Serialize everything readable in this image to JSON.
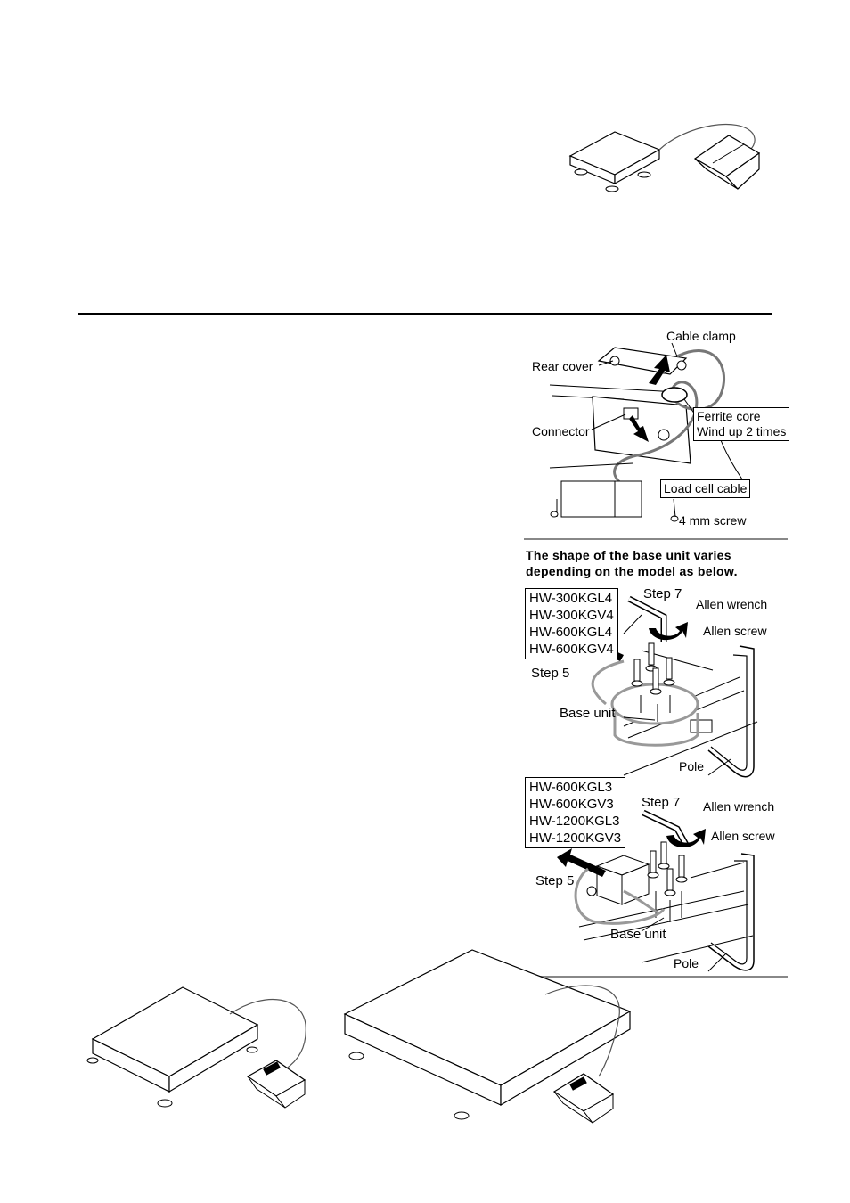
{
  "connection_figure": {
    "labels": {
      "cable_clamp": "Cable clamp",
      "rear_cover": "Rear cover",
      "connector": "Connector",
      "ferrite_core_line1": "Ferrite core",
      "ferrite_core_line2": "Wind up 2 times",
      "load_cell_cable": "Load cell cable",
      "screw": "4 mm screw"
    }
  },
  "base_unit_note": {
    "line1": "The shape of the base unit varies",
    "line2": "depending on the model as below."
  },
  "model_group_a": {
    "models": [
      "HW-300KGL4",
      "HW-300KGV4",
      "HW-600KGL4",
      "HW-600KGV4"
    ],
    "labels": {
      "step7": "Step 7",
      "allen_wrench": "Allen wrench",
      "allen_screw": "Allen screw",
      "step5": "Step 5",
      "base_unit": "Base unit",
      "pole": "Pole"
    }
  },
  "model_group_b": {
    "models": [
      "HW-600KGL3",
      "HW-600KGV3",
      "HW-1200KGL3",
      "HW-1200KGV3"
    ],
    "labels": {
      "step7": "Step 7",
      "allen_wrench": "Allen wrench",
      "allen_screw": "Allen screw",
      "step5": "Step 5",
      "base_unit": "Base unit",
      "pole": "Pole"
    }
  }
}
